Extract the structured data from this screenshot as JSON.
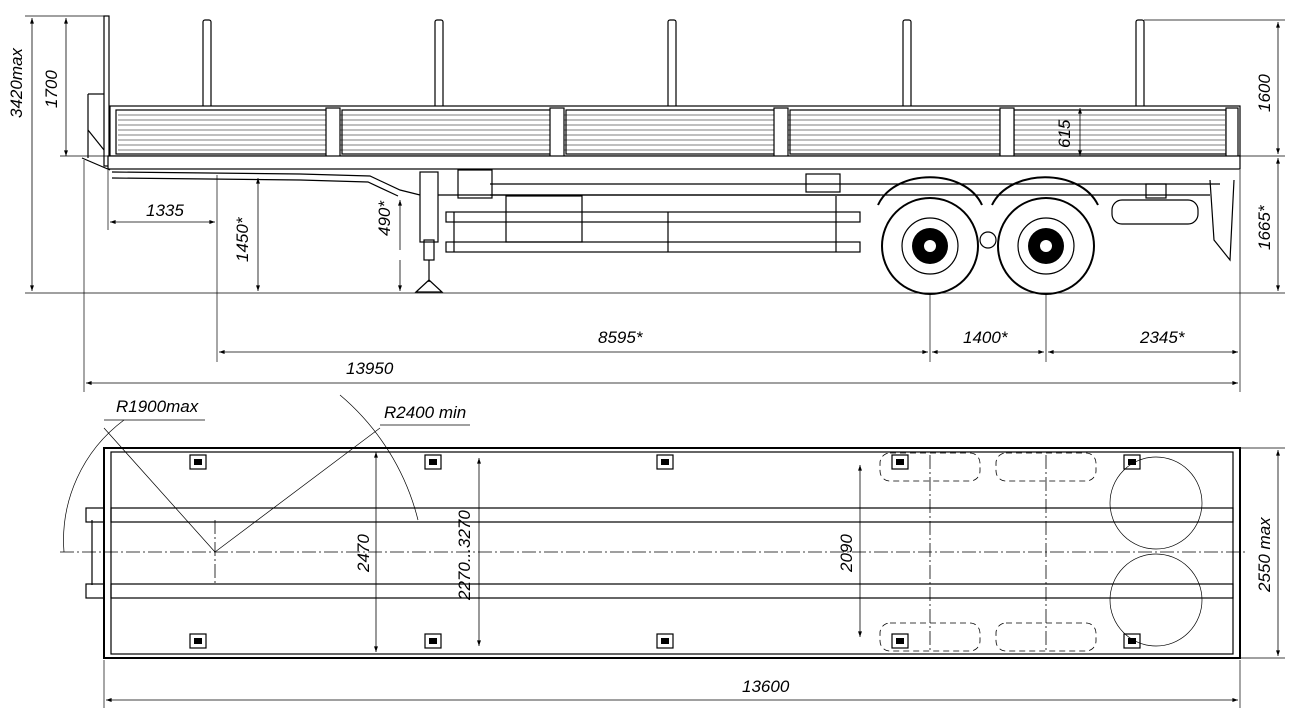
{
  "dimensions": {
    "max_height": "3420max",
    "post_height": "1700",
    "kingpin_offset": "1335",
    "kingpin_height": "1450*",
    "landing_gear_height": "490*",
    "side_board_height": "615",
    "stake_height_right": "1600",
    "platform_height": "1665*",
    "kingpin_to_axle": "8595*",
    "axle_spacing": "1400*",
    "rear_overhang": "2345*",
    "overall_length": "13950",
    "front_swing_radius": "R1900max",
    "kingpin_swing_radius": "R2400 min",
    "inner_width": "2470",
    "stake_spacing_range": "2270...3270",
    "wheel_track": "2090",
    "overall_width": "2550 max",
    "platform_length": "13600"
  }
}
